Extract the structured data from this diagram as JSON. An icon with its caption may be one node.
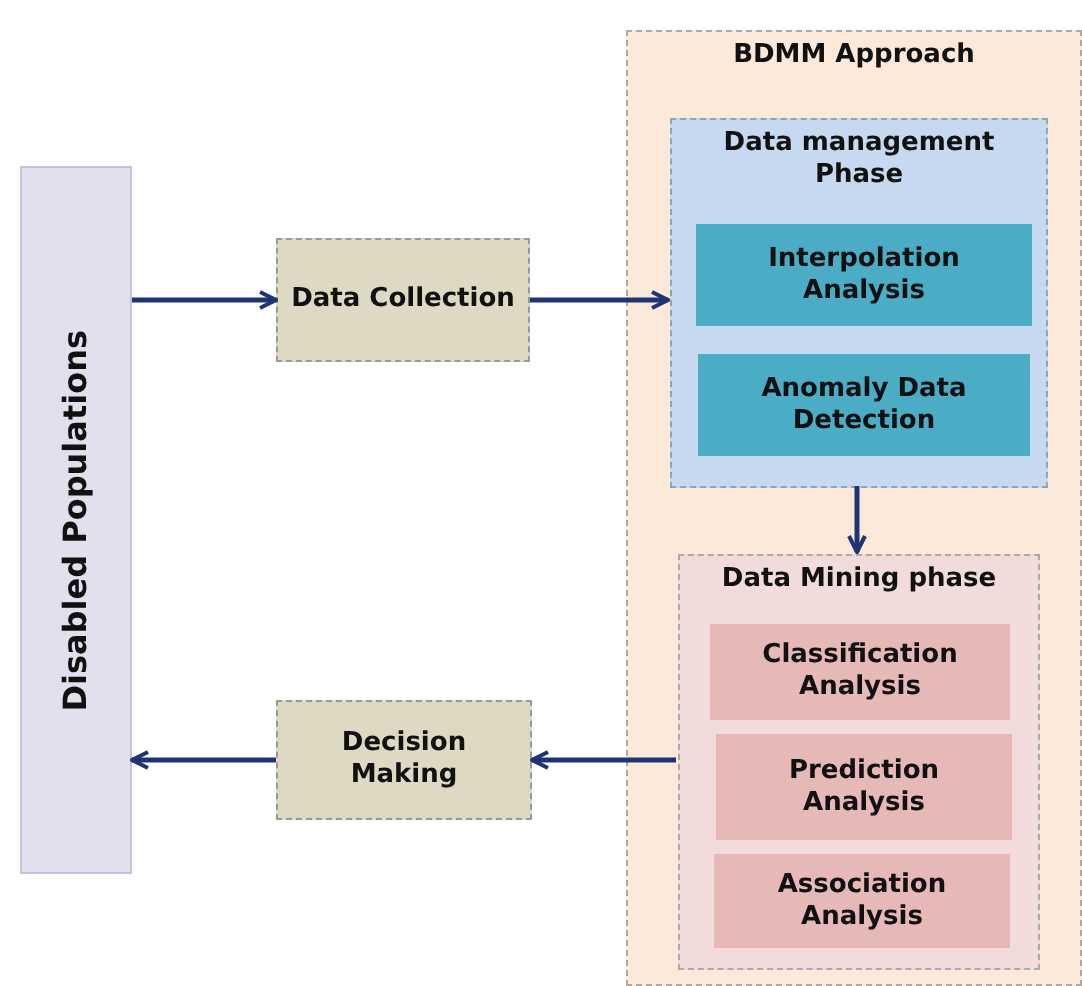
{
  "diagram": {
    "nodes": [
      {
        "text": [
          "Disabled Populations"
        ]
      },
      {
        "text": [
          "Data Collection"
        ]
      },
      {
        "text": [
          "BDMM Approach"
        ]
      },
      {
        "text": [
          "Data management Phase"
        ],
        "in": 2
      },
      {
        "text": [
          "Interpolation Analysis"
        ],
        "in": 3
      },
      {
        "text": [
          "Anomaly Data Detection"
        ],
        "in": 3
      },
      {
        "text": [
          "Data Mining phase"
        ],
        "in": 2
      },
      {
        "text": [
          "Classification Analysis"
        ],
        "in": 6
      },
      {
        "text": [
          "Prediction Analysis"
        ],
        "in": 6
      },
      {
        "text": [
          "Association Analysis"
        ],
        "in": 6
      },
      {
        "text": [
          "Decision Making"
        ]
      }
    ],
    "edges": [
      {
        "from": 0,
        "to": 1,
        "arrow": "to"
      },
      {
        "from": 1,
        "to": 3,
        "arrow": "to"
      },
      {
        "from": 3,
        "to": 6,
        "arrow": "to"
      },
      {
        "from": 6,
        "to": 10,
        "arrow": "to"
      },
      {
        "from": 10,
        "to": 0,
        "arrow": "to"
      }
    ]
  }
}
